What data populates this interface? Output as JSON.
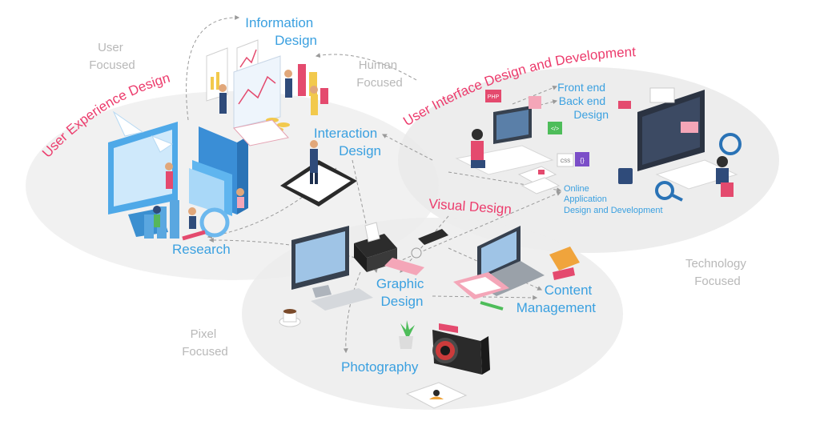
{
  "regions": {
    "user_focused": [
      "User",
      "Focused"
    ],
    "human_focused": [
      "Human",
      "Focused"
    ],
    "technology_focused": [
      "Technology",
      "Focused"
    ],
    "pixel_focused": [
      "Pixel",
      "Focused"
    ]
  },
  "disciplines": {
    "ux_design": "User Experience Design",
    "ui_design": "User Interface Design and Development",
    "visual_design": "Visual Design"
  },
  "nodes": {
    "information_design": [
      "Information",
      "Design"
    ],
    "interaction_design": [
      "Interaction",
      "Design"
    ],
    "research": "Research",
    "front_back_end": [
      "Front end",
      "Back end",
      "Design"
    ],
    "online_app": [
      "Online",
      "Application",
      "Design and Development"
    ],
    "graphic_design": [
      "Graphic",
      "Design"
    ],
    "content_management": [
      "Content",
      "Management"
    ],
    "photography": "Photography"
  },
  "icons": {
    "php_badge": "PHP",
    "code_badge": "</>",
    "css_badge": "CSS",
    "brace_badge": "{}"
  },
  "colors": {
    "label_blue": "#3aa0e0",
    "discipline_pink": "#ec3b6c",
    "region_grey": "#b8b8b8",
    "ellipse_fill": "#efefef"
  }
}
